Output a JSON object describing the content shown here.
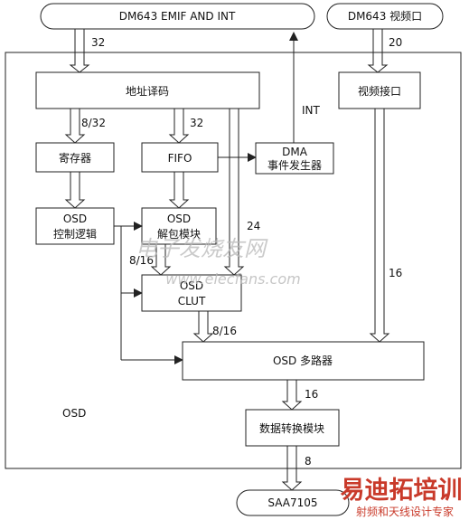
{
  "top": {
    "emif": "DM643  EMIF   AND INT",
    "video_port": "DM643  视频口"
  },
  "blocks": {
    "addr_decode": "地址译码",
    "video_if": "视频接口",
    "register": "寄存器",
    "fifo": "FIFO",
    "dma_line1": "DMA",
    "dma_line2": "事件发生器",
    "osd_ctrl_line1": "OSD",
    "osd_ctrl_line2": "控制逻辑",
    "osd_unpack_line1": "OSD",
    "osd_unpack_line2": "解包模块",
    "clut_line1": "OSD",
    "clut_line2": "CLUT",
    "mux": "OSD 多路器",
    "convert": "数据转换模块",
    "saa": "SAA7105"
  },
  "labels": {
    "bus_32_top": "32",
    "bus_20": "20",
    "int": "INT",
    "bus_8_32": "8/32",
    "bus_32_fifo": "32",
    "bus_24": "24",
    "bus_8_16_a": "8/16",
    "bus_16_video": "16",
    "bus_8_16_b": "8/16",
    "bus_16_mux": "16",
    "bus_8": "8",
    "osd_region": "OSD"
  },
  "watermark": {
    "cn_site": "电子发烧友网",
    "url": "www.elecfans.com",
    "badge_title": "易迪拓培训",
    "badge_sub": "射频和天线设计专家"
  }
}
